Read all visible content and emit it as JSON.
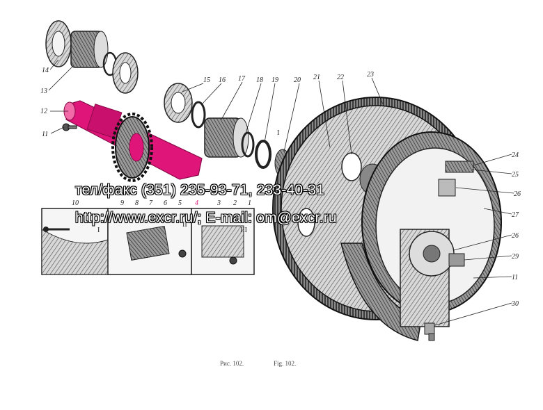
{
  "figure": {
    "caption_ru": "Рис. 102.",
    "caption_en": "Fig. 102.",
    "highlight_color": "#e0157a",
    "ink_color": "#222222"
  },
  "part_labels": {
    "n10": "10",
    "n11a": "11",
    "n11b": "11",
    "n12": "12",
    "n13": "13",
    "n14": "14",
    "n15": "15",
    "n16": "16",
    "n17": "17",
    "n18": "18",
    "n19": "19",
    "n20": "20",
    "n21": "21",
    "n22": "22",
    "n23": "23",
    "n24": "24",
    "n25": "25",
    "n26a": "26",
    "n26b": "26",
    "n27": "27",
    "n29": "29",
    "n30": "30",
    "n9": "9",
    "n8": "8",
    "n7": "7",
    "n6": "6",
    "n5": "5",
    "n4": "4",
    "n3": "3",
    "n2": "2",
    "n1": "1"
  },
  "roman_labels": {
    "r1": "I",
    "r2": "II",
    "r3": "III"
  },
  "watermark": {
    "phone": "тел/факс (351) 235-93-71, 233-40-31",
    "web": "http://www.excr.ru/; E-mail: om@excr.ru"
  }
}
